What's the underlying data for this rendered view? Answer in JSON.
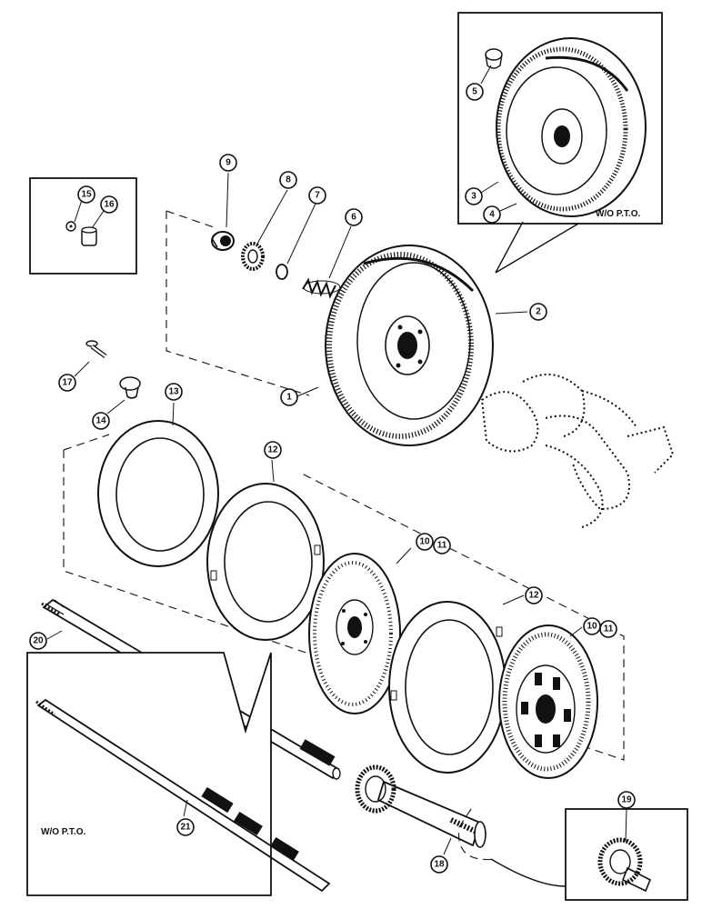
{
  "callouts": [
    "1",
    "2",
    "3",
    "4",
    "5",
    "6",
    "7",
    "8",
    "9",
    "10",
    "11",
    "12",
    "13",
    "14",
    "15",
    "16",
    "17",
    "18",
    "19",
    "20",
    "21"
  ],
  "insets": {
    "flywheel_variant_label": "W/O P.T.O.",
    "shaft_variant_label": "W/O P.T.O."
  }
}
